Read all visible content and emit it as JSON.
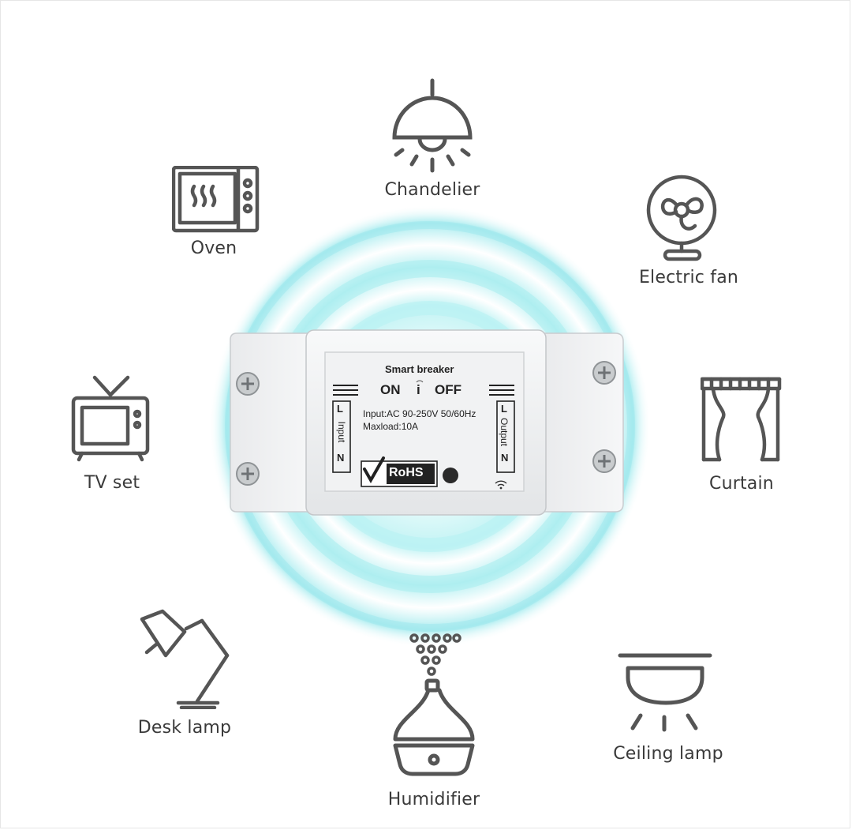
{
  "appliances": {
    "chandelier": "Chandelier",
    "oven": "Oven",
    "electric_fan": "Electric fan",
    "tv_set": "TV set",
    "curtain": "Curtain",
    "desk_lamp": "Desk lamp",
    "humidifier": "Humidifier",
    "ceiling_lamp": "Ceiling lamp"
  },
  "device": {
    "title": "Smart breaker",
    "on": "ON",
    "off": "OFF",
    "indicator": "i",
    "spec_input": "Input:AC 90-250V 50/60Hz",
    "spec_maxload": "Maxload:10A",
    "input_label": "Input",
    "output_label": "Output",
    "l_mark": "L",
    "n_mark": "N",
    "rohs": "RoHS"
  },
  "colors": {
    "icon_stroke": "#555555",
    "glow": "#aef0f2",
    "device_body": "#f2f3f4"
  }
}
